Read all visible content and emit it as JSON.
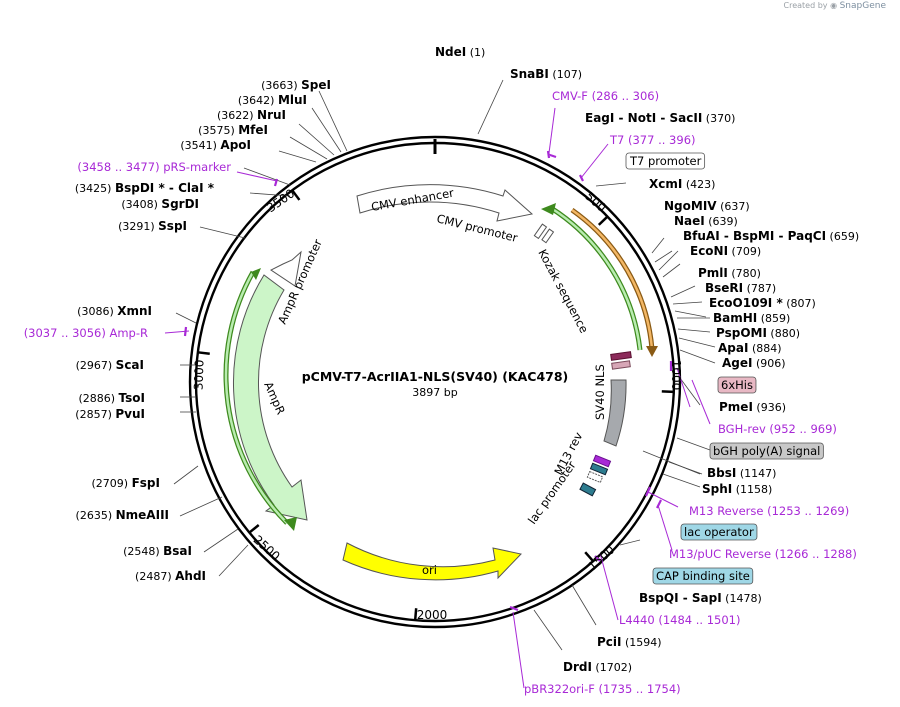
{
  "credit": {
    "created_by": "Created by",
    "brand": "SnapGene"
  },
  "plasmid": {
    "name": "pCMV-T7-AcrIIA1-NLS(SV40) (KAC478)",
    "size": "3897 bp"
  },
  "ticks": [
    {
      "bp": 500,
      "label": "500"
    },
    {
      "bp": 1000,
      "label": "1000"
    },
    {
      "bp": 1500,
      "label": "1500"
    },
    {
      "bp": 2000,
      "label": "2000"
    },
    {
      "bp": 2500,
      "label": "2500"
    },
    {
      "bp": 3000,
      "label": "3000"
    },
    {
      "bp": 3500,
      "label": "3500"
    }
  ],
  "features": [
    {
      "name": "CMV enhancer",
      "color": "#ffffff",
      "label_style": "boxed-arc"
    },
    {
      "name": "CMV promoter",
      "color": "#ffffff"
    },
    {
      "name": "Kozak sequence",
      "color": "#ffffff"
    },
    {
      "name": "AmpR promoter",
      "color": "#ffffff"
    },
    {
      "name": "AmpR",
      "color": "#ccffcc"
    },
    {
      "name": "ori",
      "color": "#ffff00"
    },
    {
      "name": "SV40 NLS",
      "color": "#a0a4a8"
    },
    {
      "name": "M13 rev",
      "color": "#a829d6"
    },
    {
      "name": "lac promoter",
      "color": "#ffffff"
    }
  ],
  "left_labels": [
    {
      "pos": "(3663)",
      "name": "SpeI",
      "color": "#000000"
    },
    {
      "pos": "(3642)",
      "name": "MluI",
      "color": "#000000"
    },
    {
      "pos": "(3622)",
      "name": "NruI",
      "color": "#000000"
    },
    {
      "pos": "(3575)",
      "name": "MfeI",
      "color": "#000000"
    },
    {
      "pos": "(3541)",
      "name": "ApoI",
      "color": "#000000"
    },
    {
      "pos": "(3458 .. 3477)",
      "name": "pRS-marker",
      "color": "#a829d6"
    },
    {
      "pos": "(3425)",
      "name": "BspDI *  -  ClaI *",
      "color": "#000000"
    },
    {
      "pos": "(3408)",
      "name": "SgrDI",
      "color": "#000000"
    },
    {
      "pos": "(3291)",
      "name": "SspI",
      "color": "#000000"
    },
    {
      "pos": "(3086)",
      "name": "XmnI",
      "color": "#000000"
    },
    {
      "pos": "(3037 .. 3056)",
      "name": "Amp-R",
      "color": "#a829d6"
    },
    {
      "pos": "(2967)",
      "name": "ScaI",
      "color": "#000000"
    },
    {
      "pos": "(2886)",
      "name": "TsoI",
      "color": "#000000"
    },
    {
      "pos": "(2857)",
      "name": "PvuI",
      "color": "#000000"
    },
    {
      "pos": "(2709)",
      "name": "FspI",
      "color": "#000000"
    },
    {
      "pos": "(2635)",
      "name": "NmeAIII",
      "color": "#000000"
    },
    {
      "pos": "(2548)",
      "name": "BsaI",
      "color": "#000000"
    },
    {
      "pos": "(2487)",
      "name": "AhdI",
      "color": "#000000"
    }
  ],
  "right_labels": [
    {
      "name": "NdeI",
      "pos": "(1)",
      "color": "#000000"
    },
    {
      "name": "SnaBI",
      "pos": "(107)",
      "color": "#000000"
    },
    {
      "name": "CMV-F",
      "pos": "(286 .. 306)",
      "color": "#a829d6"
    },
    {
      "name": "EagI  -  NotI  -  SacII",
      "pos": "(370)",
      "color": "#000000"
    },
    {
      "name": "T7",
      "pos": "(377 .. 396)",
      "color": "#a829d6"
    },
    {
      "name": "T7 promoter",
      "pos": "",
      "color": "#000000",
      "box": "#ffffff"
    },
    {
      "name": "XcmI",
      "pos": "(423)",
      "color": "#000000"
    },
    {
      "name": "NgoMIV",
      "pos": "(637)",
      "color": "#000000"
    },
    {
      "name": "NaeI",
      "pos": "(639)",
      "color": "#000000"
    },
    {
      "name": "BfuAI  -  BspMI  -  PaqCI",
      "pos": "(659)",
      "color": "#000000"
    },
    {
      "name": "EcoNI",
      "pos": "(709)",
      "color": "#000000"
    },
    {
      "name": "PmlI",
      "pos": "(780)",
      "color": "#000000"
    },
    {
      "name": "BseRI",
      "pos": "(787)",
      "color": "#000000"
    },
    {
      "name": "EcoO109I *",
      "pos": "(807)",
      "color": "#000000"
    },
    {
      "name": "BamHI",
      "pos": "(859)",
      "color": "#000000"
    },
    {
      "name": "PspOMI",
      "pos": "(880)",
      "color": "#000000"
    },
    {
      "name": "ApaI",
      "pos": "(884)",
      "color": "#000000"
    },
    {
      "name": "AgeI",
      "pos": "(906)",
      "color": "#000000"
    },
    {
      "name": "6xHis",
      "pos": "",
      "color": "#000000",
      "box": "#e8b8c4"
    },
    {
      "name": "PmeI",
      "pos": "(936)",
      "color": "#000000"
    },
    {
      "name": "BGH-rev",
      "pos": "(952 .. 969)",
      "color": "#a829d6"
    },
    {
      "name": "bGH poly(A) signal",
      "pos": "",
      "color": "#000000",
      "box": "#c8c8c8"
    },
    {
      "name": "BbsI",
      "pos": "(1147)",
      "color": "#000000"
    },
    {
      "name": "SphI",
      "pos": "(1158)",
      "color": "#000000"
    },
    {
      "name": "M13 Reverse",
      "pos": "(1253 .. 1269)",
      "color": "#a829d6"
    },
    {
      "name": "lac operator",
      "pos": "",
      "color": "#000000",
      "box": "#9fd7e6"
    },
    {
      "name": "M13/pUC Reverse",
      "pos": "(1266 .. 1288)",
      "color": "#a829d6"
    },
    {
      "name": "CAP binding site",
      "pos": "",
      "color": "#000000",
      "box": "#9fd7e6"
    },
    {
      "name": "BspQI  -  SapI",
      "pos": "(1478)",
      "color": "#000000"
    },
    {
      "name": "L4440",
      "pos": "(1484 .. 1501)",
      "color": "#a829d6"
    },
    {
      "name": "PciI",
      "pos": "(1594)",
      "color": "#000000"
    },
    {
      "name": "DrdI",
      "pos": "(1702)",
      "color": "#000000"
    },
    {
      "name": "pBR322ori-F",
      "pos": "(1735 .. 1754)",
      "color": "#a829d6"
    }
  ]
}
